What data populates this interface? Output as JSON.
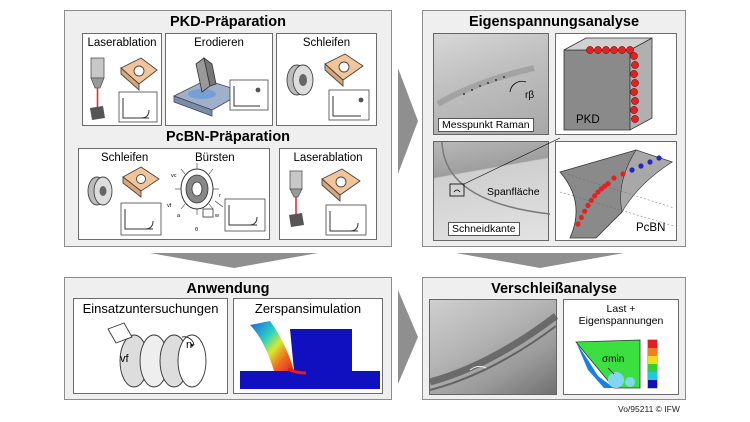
{
  "pkd_prep": {
    "title": "PKD-Präparation",
    "laserablation": "Laserablation",
    "erodieren": "Erodieren",
    "schleifen": "Schleifen"
  },
  "pcbn_prep": {
    "title": "PcBN-Präparation",
    "schleifen": "Schleifen",
    "buersten": "Bürsten",
    "laserablation": "Laserablation",
    "sym_vc": "vc",
    "sym_vf": "vf",
    "sym_a": "a",
    "sym_r": "r",
    "sym_wb": "w",
    "sym_theta": "θ"
  },
  "eigen": {
    "title": "Eigenspannungsanalyse",
    "messpunkt": "Messpunkt Raman",
    "r_beta": "rβ",
    "spanflaeche": "Spanfläche",
    "schneidkante": "Schneidkante",
    "pkd": "PKD",
    "pcbn": "PcBN"
  },
  "anwendung": {
    "title": "Anwendung",
    "einsatz": "Einsatzuntersuchungen",
    "zerspan": "Zerspansimulation",
    "vf": "vf",
    "n": "n"
  },
  "verschleiss": {
    "title": "Verschleißanalyse",
    "last_line1": "Last +",
    "last_line2": "Eigenspannungen",
    "sigma_min": "σmin"
  },
  "credit": "Vo/95211 © IFW",
  "colors": {
    "panel_bg": "#efefef",
    "arrow": "#8f8f8f",
    "tool_orange": "#f2c49b",
    "laser_red": "#e03030",
    "dot_red": "#e52020",
    "dot_blue": "#2424c8",
    "sim_blue": "#1010c0"
  }
}
